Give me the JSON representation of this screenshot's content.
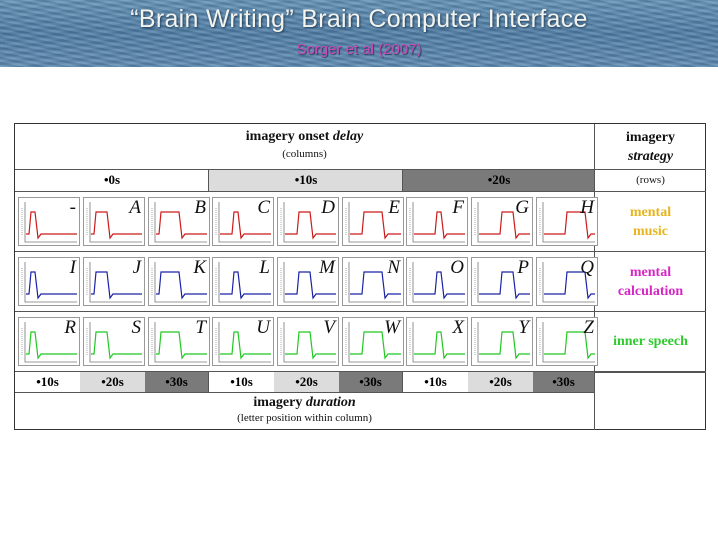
{
  "header": {
    "title": "“Brain Writing” Brain Computer Interface",
    "subtitle": "Sorger et al (2007)"
  },
  "table": {
    "onset_heading": {
      "pre": "imagery onset ",
      "em": "delay"
    },
    "onset_note": "(columns)",
    "strategy_heading": {
      "pre": "imagery",
      "em": "strategy"
    },
    "strategy_note": "(rows)",
    "onset_columns": [
      "•0s",
      "•10s",
      "•20s"
    ],
    "duration_columns": [
      "•10s",
      "•20s",
      "•30s",
      "•10s",
      "•20s",
      "•30s",
      "•10s",
      "•20s",
      "•30s"
    ],
    "duration_heading": {
      "pre": "imagery ",
      "em": "duration"
    },
    "duration_note": "(letter position within column)",
    "rows": [
      {
        "strategy": "mental music",
        "strategy_lines": [
          "mental",
          "music"
        ],
        "color": "#e8b41e",
        "trace_color": "#cc1b1b",
        "letters": [
          "-",
          "A",
          "B",
          "C",
          "D",
          "E",
          "F",
          "G",
          "H"
        ]
      },
      {
        "strategy": "mental calculation",
        "strategy_lines": [
          "mental",
          "calculation"
        ],
        "color": "#d626c4",
        "trace_color": "#1a23a8",
        "letters": [
          "I",
          "J",
          "K",
          "L",
          "M",
          "N",
          "O",
          "P",
          "Q"
        ]
      },
      {
        "strategy": "inner speech",
        "strategy_lines": [
          "inner speech"
        ],
        "color": "#2ecb2e",
        "trace_color": "#22c822",
        "letters": [
          "R",
          "S",
          "T",
          "U",
          "V",
          "W",
          "X",
          "Y",
          "Z"
        ]
      }
    ]
  }
}
